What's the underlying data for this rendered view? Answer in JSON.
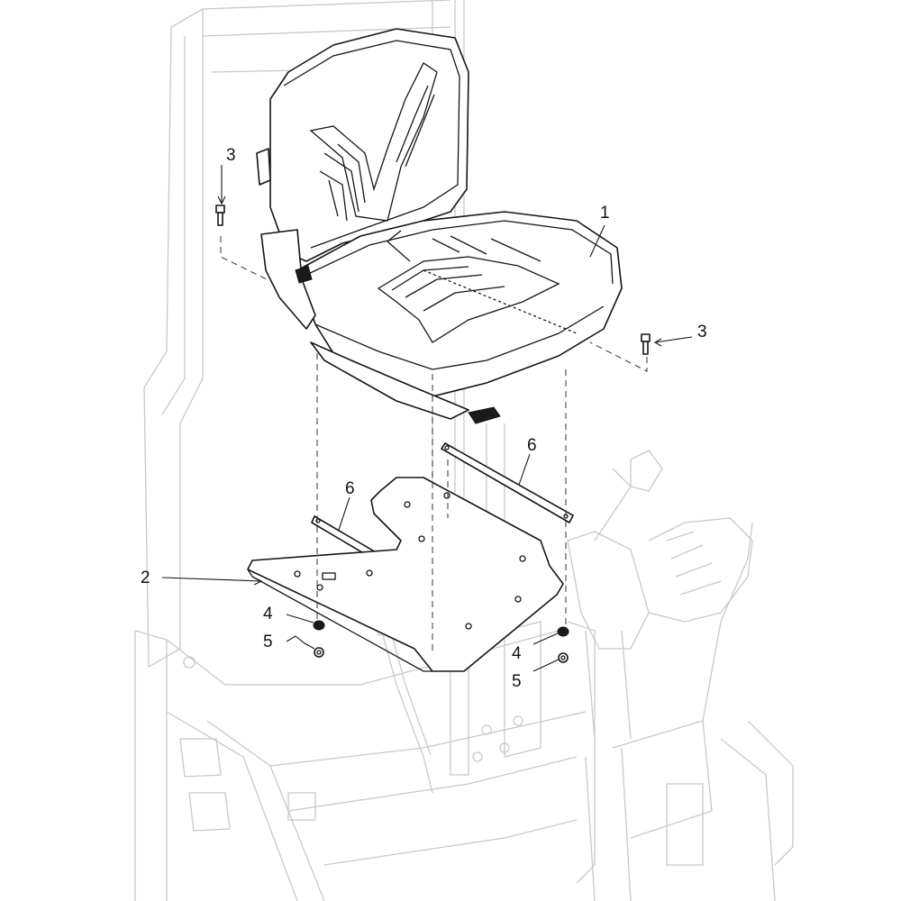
{
  "callouts": {
    "seat": "1",
    "plate": "2",
    "bolt_left": "3",
    "bolt_right": "3",
    "washer_left": "4",
    "washer_right": "4",
    "nut_left": "5",
    "nut_right": "5",
    "rail_right": "6",
    "rail_left": "6"
  },
  "colors": {
    "line": "#151515",
    "ghost": "#c8c8c8",
    "background": "#ffffff"
  }
}
